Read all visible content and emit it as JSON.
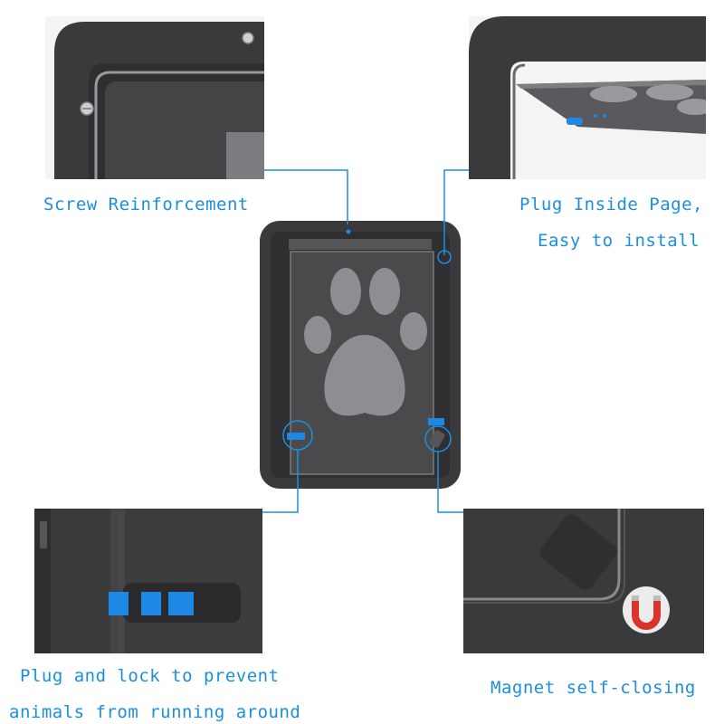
{
  "labels": {
    "screw": "Screw Reinforcement",
    "plug_line1": "Plug Inside Page,",
    "plug_line2": "Easy to install",
    "lock_line1": "Plug and lock to prevent",
    "lock_line2": "animals from running around",
    "magnet": "Magnet self-closing"
  },
  "colors": {
    "label": "#1a8fe0",
    "frame": "#3a3a3c",
    "frame_dark": "#2b2b2d",
    "mesh": "#8e8e92",
    "accent_blue": "#1e88e5",
    "magnet_red": "#d9342b"
  },
  "icons": {
    "magnet": "magnet-icon",
    "paw": "paw-print-icon"
  }
}
